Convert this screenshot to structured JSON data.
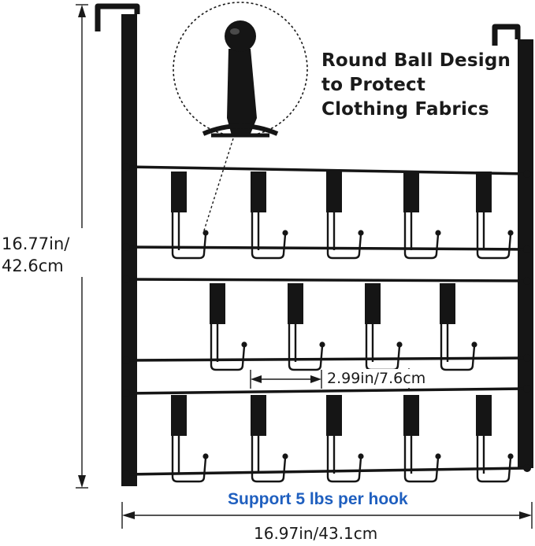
{
  "labels": {
    "callout_line1": "Round Ball Design",
    "callout_line2": "to Protect",
    "callout_line3": "Clothing Fabrics",
    "height_imperial": "16.77in/",
    "height_metric": "42.6cm",
    "hook_spacing": "2.99in/7.6cm",
    "support": "Support 5 lbs per hook",
    "width": "16.97in/43.1cm"
  },
  "colors": {
    "rack_black": "#151515",
    "dimension_line": "#1a1a1a",
    "support_text": "#1f5fbf",
    "background": "#ffffff"
  },
  "product": {
    "hook_rows": [
      5,
      4,
      5
    ],
    "total_hooks": 14
  }
}
